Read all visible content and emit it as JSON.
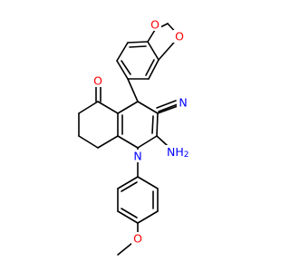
{
  "molecule": {
    "colors": {
      "bond": "#000000",
      "oxygen": "#ff0000",
      "nitrogen": "#0000ff",
      "background": "#ffffff"
    },
    "atom_labels": {
      "o_dioxole_top": "O",
      "o_dioxole_right": "O",
      "o_carbonyl": "O",
      "n_nitrile": "N",
      "nh2_n": "NH",
      "nh2_sub": "2",
      "n_ring": "N",
      "o_methoxy": "O"
    }
  }
}
